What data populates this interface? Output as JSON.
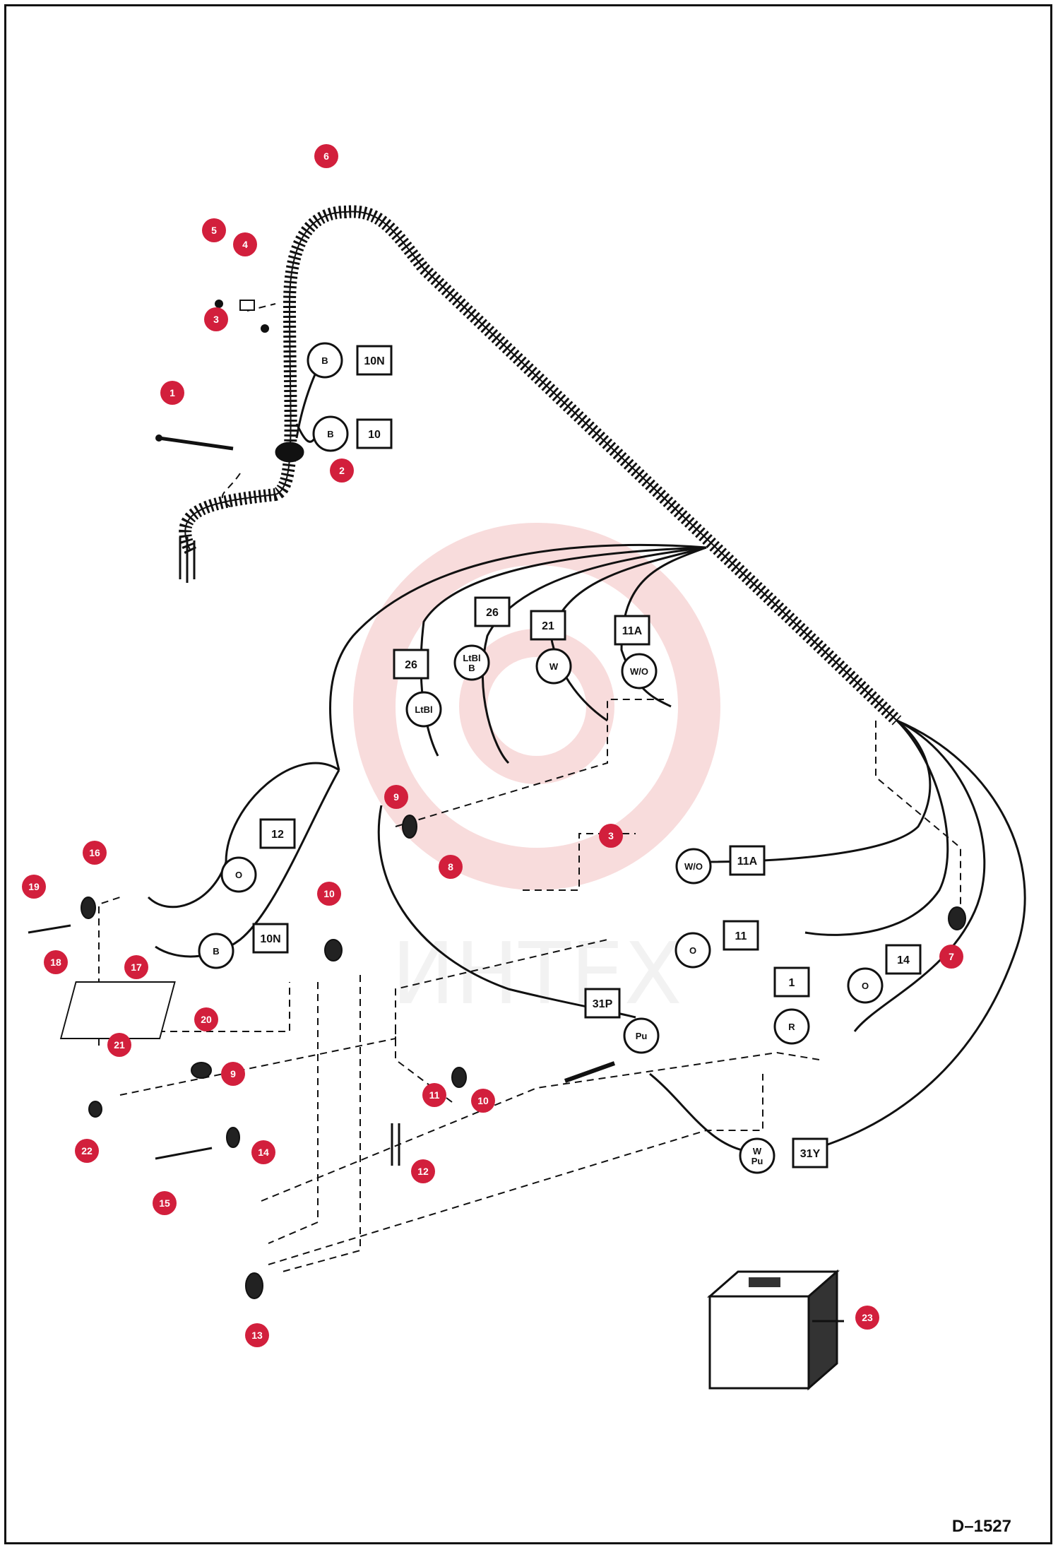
{
  "drawing_id": "D–1527",
  "watermark_text": "ИНТЕХ",
  "colors": {
    "badge": "#d21f3c",
    "badge_text": "#ffffff",
    "line": "#111111",
    "watermark": "#f3c0c0"
  },
  "callouts": [
    {
      "n": "1"
    },
    {
      "n": "2"
    },
    {
      "n": "3"
    },
    {
      "n": "3"
    },
    {
      "n": "4"
    },
    {
      "n": "5"
    },
    {
      "n": "6"
    },
    {
      "n": "7"
    },
    {
      "n": "8"
    },
    {
      "n": "9"
    },
    {
      "n": "9"
    },
    {
      "n": "10"
    },
    {
      "n": "10"
    },
    {
      "n": "11"
    },
    {
      "n": "12"
    },
    {
      "n": "13"
    },
    {
      "n": "14"
    },
    {
      "n": "15"
    },
    {
      "n": "16"
    },
    {
      "n": "17"
    },
    {
      "n": "18"
    },
    {
      "n": "19"
    },
    {
      "n": "20"
    },
    {
      "n": "21"
    },
    {
      "n": "22"
    },
    {
      "n": "23"
    }
  ],
  "wire_tags": [
    {
      "circle": "B",
      "box": "10N"
    },
    {
      "circle": "B",
      "box": "10"
    },
    {
      "circle": "LtBl",
      "box": "26"
    },
    {
      "circle": "LtBl B",
      "box": "26"
    },
    {
      "circle": "W",
      "box": "21"
    },
    {
      "circle": "W/O",
      "box": "11A"
    },
    {
      "circle": "O",
      "box": "12"
    },
    {
      "circle": "B",
      "box": "10N"
    },
    {
      "circle": "W/O",
      "box": "11A"
    },
    {
      "circle": "O",
      "box": "11"
    },
    {
      "circle": "O",
      "box": "14"
    },
    {
      "circle": "R",
      "box": "1"
    },
    {
      "circle": "Pu",
      "box": "31P"
    },
    {
      "circle": "W Pu",
      "box": "31Y"
    }
  ]
}
